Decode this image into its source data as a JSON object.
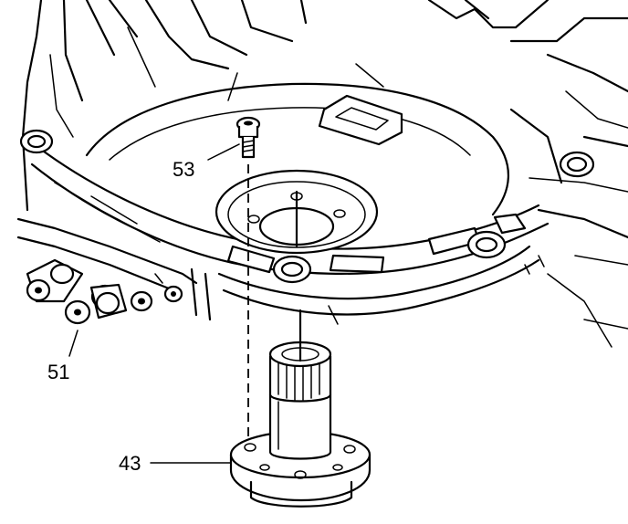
{
  "callouts": [
    {
      "id": "bolt",
      "label": "53"
    },
    {
      "id": "connectors",
      "label": "51"
    },
    {
      "id": "shaft",
      "label": "43"
    }
  ]
}
